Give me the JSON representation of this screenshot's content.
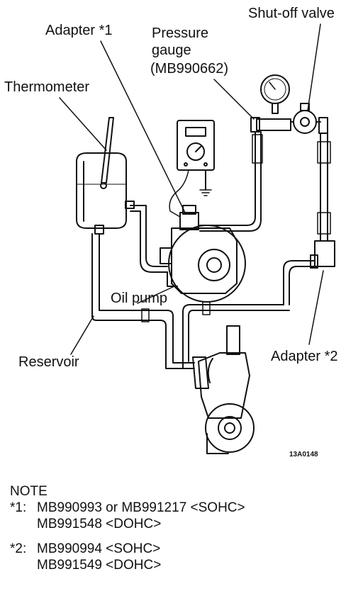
{
  "labels": {
    "adapter1": "Adapter *1",
    "pressure_gauge": [
      "Pressure",
      "gauge",
      "(MB990662)"
    ],
    "shutoff_valve": "Shut-off valve",
    "thermometer": "Thermometer",
    "oil_pump": "Oil pump",
    "reservoir": "Reservoir",
    "adapter2": "Adapter *2",
    "figure_code": "13A0148"
  },
  "note": {
    "title": "NOTE",
    "items": [
      {
        "mark": "*1:",
        "lines": [
          "MB990993 or MB991217 <SOHC>",
          "MB991548 <DOHC>"
        ]
      },
      {
        "mark": "*2:",
        "lines": [
          "MB990994 <SOHC>",
          "MB991549 <DOHC>"
        ]
      }
    ]
  }
}
